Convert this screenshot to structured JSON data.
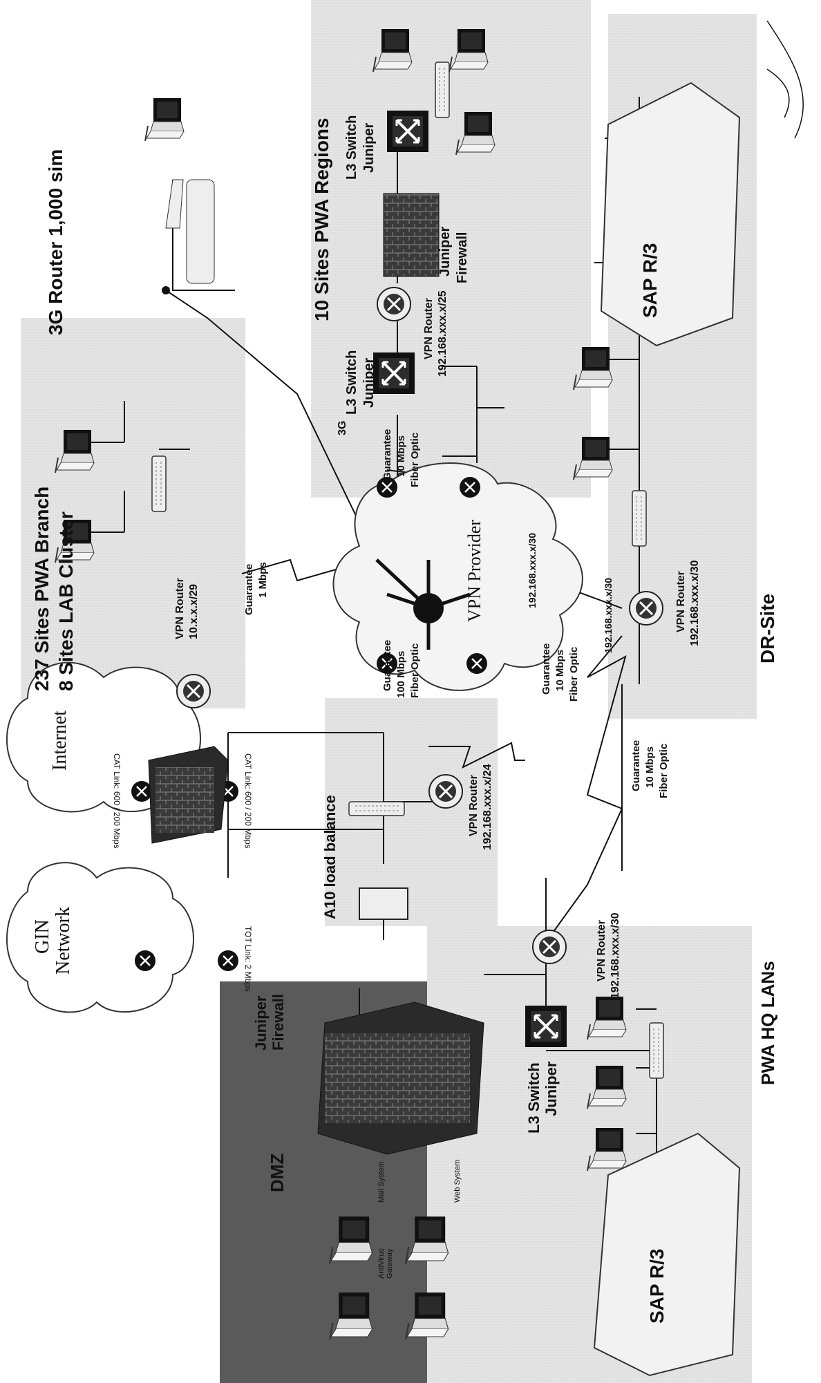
{
  "regions": {
    "dmz": "DMZ",
    "sites_237_line1": "237 Sites PWA Branch",
    "sites_237_line2": "8 Sites LAB Cluster",
    "router_3g": "3G Router 1,000 sim",
    "sites_10": "10 Sites PWA Regions",
    "dr_site": "DR-Site",
    "hq": "PWA HQ LANs"
  },
  "clouds": {
    "gin_line1": "GIN",
    "gin_line2": "Network",
    "internet": "Internet",
    "vpn_provider": "VPN Provider"
  },
  "links": {
    "tot": "TOT Link: 2 Mbps",
    "cat_a": "CAT Link: 600 / 200 Mbps",
    "cat_b": "CAT Link: 600 / 200 Mbps",
    "hq_wan": [
      "Guarantee",
      "100 Mbps",
      "Fiber Optic"
    ],
    "branch_wan": [
      "Guarantee",
      "1 Mbps"
    ],
    "regions_wan": [
      "Guarantee",
      "10 Mbps",
      "Fiber Optic"
    ],
    "dr_wan": [
      "Guarantee",
      "10 Mbps",
      "Fiber Optic"
    ],
    "hq_dr": [
      "Guarantee",
      "10 Mbps",
      "Fiber Optic"
    ],
    "g3": "3G",
    "vpn_sub_a": "192.168.xxx.x/30",
    "vpn_sub_b": "192.168.xxx.x/30"
  },
  "devices": {
    "juniper_fw_main": [
      "Juniper",
      "Firewall"
    ],
    "a10": "A10 load balance",
    "vpn_router_hq_edge": [
      "VPN Router",
      "192.168.xxx.x/24"
    ],
    "vpn_router_branch": [
      "VPN Router",
      "10.x.x.x/29"
    ],
    "vpn_router_regions": [
      "VPN Router",
      "192.168.xxx.x/25"
    ],
    "l3_switch_regions_a": [
      "L3 Switch",
      "Juniper"
    ],
    "juniper_fw_regions": [
      "Juniper",
      "Firewall"
    ],
    "l3_switch_regions_b": [
      "L3 Switch",
      "Juniper"
    ],
    "vpn_router_dr": [
      "VPN Router",
      "192.168.xxx.x/30"
    ],
    "vpn_router_hq": [
      "VPN Router",
      "192.168.xxx.x/30"
    ],
    "l3_switch_hq": [
      "L3 Switch",
      "Juniper"
    ],
    "sap_hq": "SAP R/3",
    "sap_dr": "SAP R/3"
  },
  "dmz_servers": {
    "antivirus": [
      "AntiVirus",
      "Gateway"
    ],
    "mail": "Mail System",
    "web": "Web System"
  },
  "colors": {
    "dmz_bg": "#5a5a5a",
    "region_bg": "#e2e2e2",
    "device_dark": "#1a1a1a",
    "line": "#111111"
  }
}
